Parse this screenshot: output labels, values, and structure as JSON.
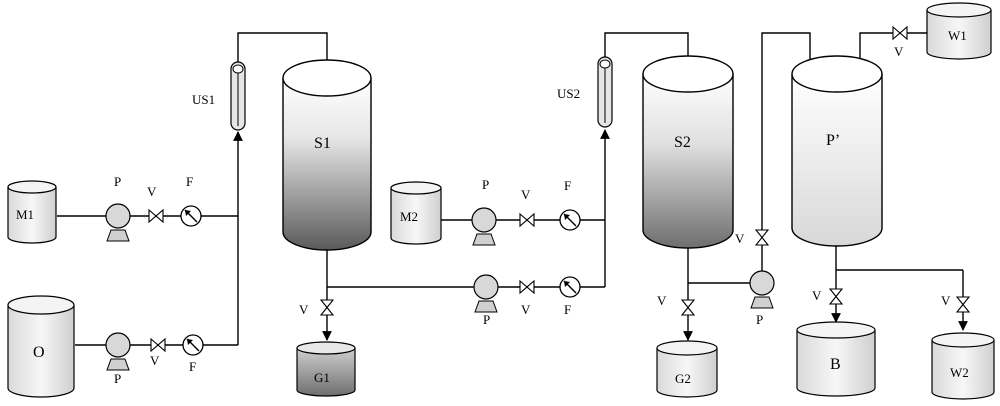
{
  "labels": {
    "US1": "US1",
    "US2": "US2",
    "S1": "S1",
    "S2": "S2",
    "P_prime": "P’",
    "M1": "M1",
    "M2": "M2",
    "O": "O",
    "G1": "G1",
    "G2": "G2",
    "B": "B",
    "W1": "W1",
    "W2": "W2",
    "P": "P",
    "V": "V",
    "F": "F"
  },
  "colors": {
    "line": "#000000",
    "container_light": "#f2f2f2",
    "container_dark": "#c8c8c8",
    "column_top": "#ffffff",
    "column_bottom": "#5a5a5a"
  }
}
